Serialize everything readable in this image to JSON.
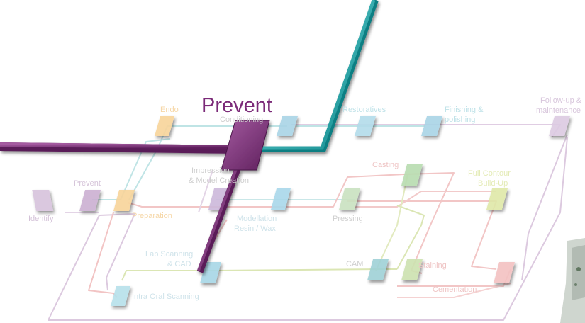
{
  "title": "Prevent",
  "colors": {
    "purple": "#7b2a78",
    "teal": "#1fa5a8",
    "orange": "#f2b04e",
    "purple_light": "#b89ac0",
    "teal_light": "#7cc7c8",
    "red_light": "#e89a9a",
    "lime_light": "#c8d890",
    "label_gray": "#c7c7c7"
  },
  "labels": {
    "endo": "Endo",
    "conditioning": "Conditioning",
    "restoratives": "Restoratives",
    "finishing_1": "Finishing &",
    "finishing_2": "polishing",
    "followup_1": "Follow-up &",
    "followup_2": "maintenance",
    "prevent_small": "Prevent",
    "identify": "Identify",
    "preparation": "Preparation",
    "impression_1": "Impression",
    "impression_2": "& Model Creation",
    "casting": "Casting",
    "full_contour_1": "Full Contour",
    "full_contour_2": "Build-Up",
    "modellation_1": "Modellation",
    "modellation_2": "Resin / Wax",
    "pressing": "Pressing",
    "lab_scanning_1": "Lab Scanning",
    "lab_scanning_2": "& CAD",
    "cam": "CAM",
    "staining": "Staining",
    "cementation": "Cementation",
    "intra_oral": "Intra Oral Scanning"
  },
  "nodes": [
    {
      "id": "identify",
      "color": "purple_light"
    },
    {
      "id": "prevent",
      "color": "purple_light"
    },
    {
      "id": "preparation",
      "color": "orange"
    },
    {
      "id": "endo",
      "color": "orange"
    },
    {
      "id": "conditioning",
      "color": "teal_light"
    },
    {
      "id": "impression",
      "color": "purple_light"
    },
    {
      "id": "modellation",
      "color": "teal_light"
    },
    {
      "id": "restoratives",
      "color": "teal_light"
    },
    {
      "id": "finishing",
      "color": "teal_light"
    },
    {
      "id": "followup",
      "color": "purple_light"
    },
    {
      "id": "casting",
      "color": "lime_light"
    },
    {
      "id": "pressing",
      "color": "lime_light"
    },
    {
      "id": "full_contour",
      "color": "lime_light"
    },
    {
      "id": "cam",
      "color": "teal_light"
    },
    {
      "id": "staining",
      "color": "lime_light"
    },
    {
      "id": "cementation",
      "color": "red_light"
    },
    {
      "id": "lab_scanning",
      "color": "teal_light"
    },
    {
      "id": "intra_oral",
      "color": "teal_light"
    }
  ]
}
